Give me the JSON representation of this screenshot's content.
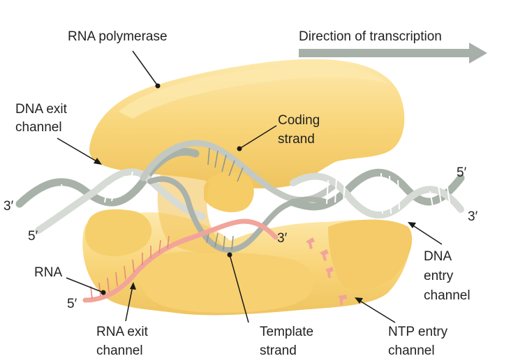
{
  "title": "Direction of transcription",
  "labels": {
    "rna_polymerase": "RNA polymerase",
    "dna_exit_line1": "DNA exit",
    "dna_exit_line2": "channel",
    "coding_line1": "Coding",
    "coding_line2": "strand",
    "dna_left_3": "3′",
    "dna_left_5": "5′",
    "dna_right_5": "5′",
    "dna_right_3": "3′",
    "rna_3": "3′",
    "rna": "RNA",
    "rna_5": "5′",
    "dna_entry_line1": "DNA",
    "dna_entry_line2": "entry",
    "dna_entry_line3": "channel",
    "rna_exit_line1": "RNA exit",
    "rna_exit_line2": "channel",
    "template_line1": "Template",
    "template_line2": "strand",
    "ntp_line1": "NTP entry",
    "ntp_line2": "channel"
  },
  "colors": {
    "enzyme": "#f9d77e",
    "enzyme_shadow": "#ecc25a",
    "enzyme_light": "#fde6a6",
    "dna": "#c9cfc9",
    "dna_edge": "#8f978f",
    "rna": "#f2a49a",
    "arrow": "#a7b0a8"
  }
}
